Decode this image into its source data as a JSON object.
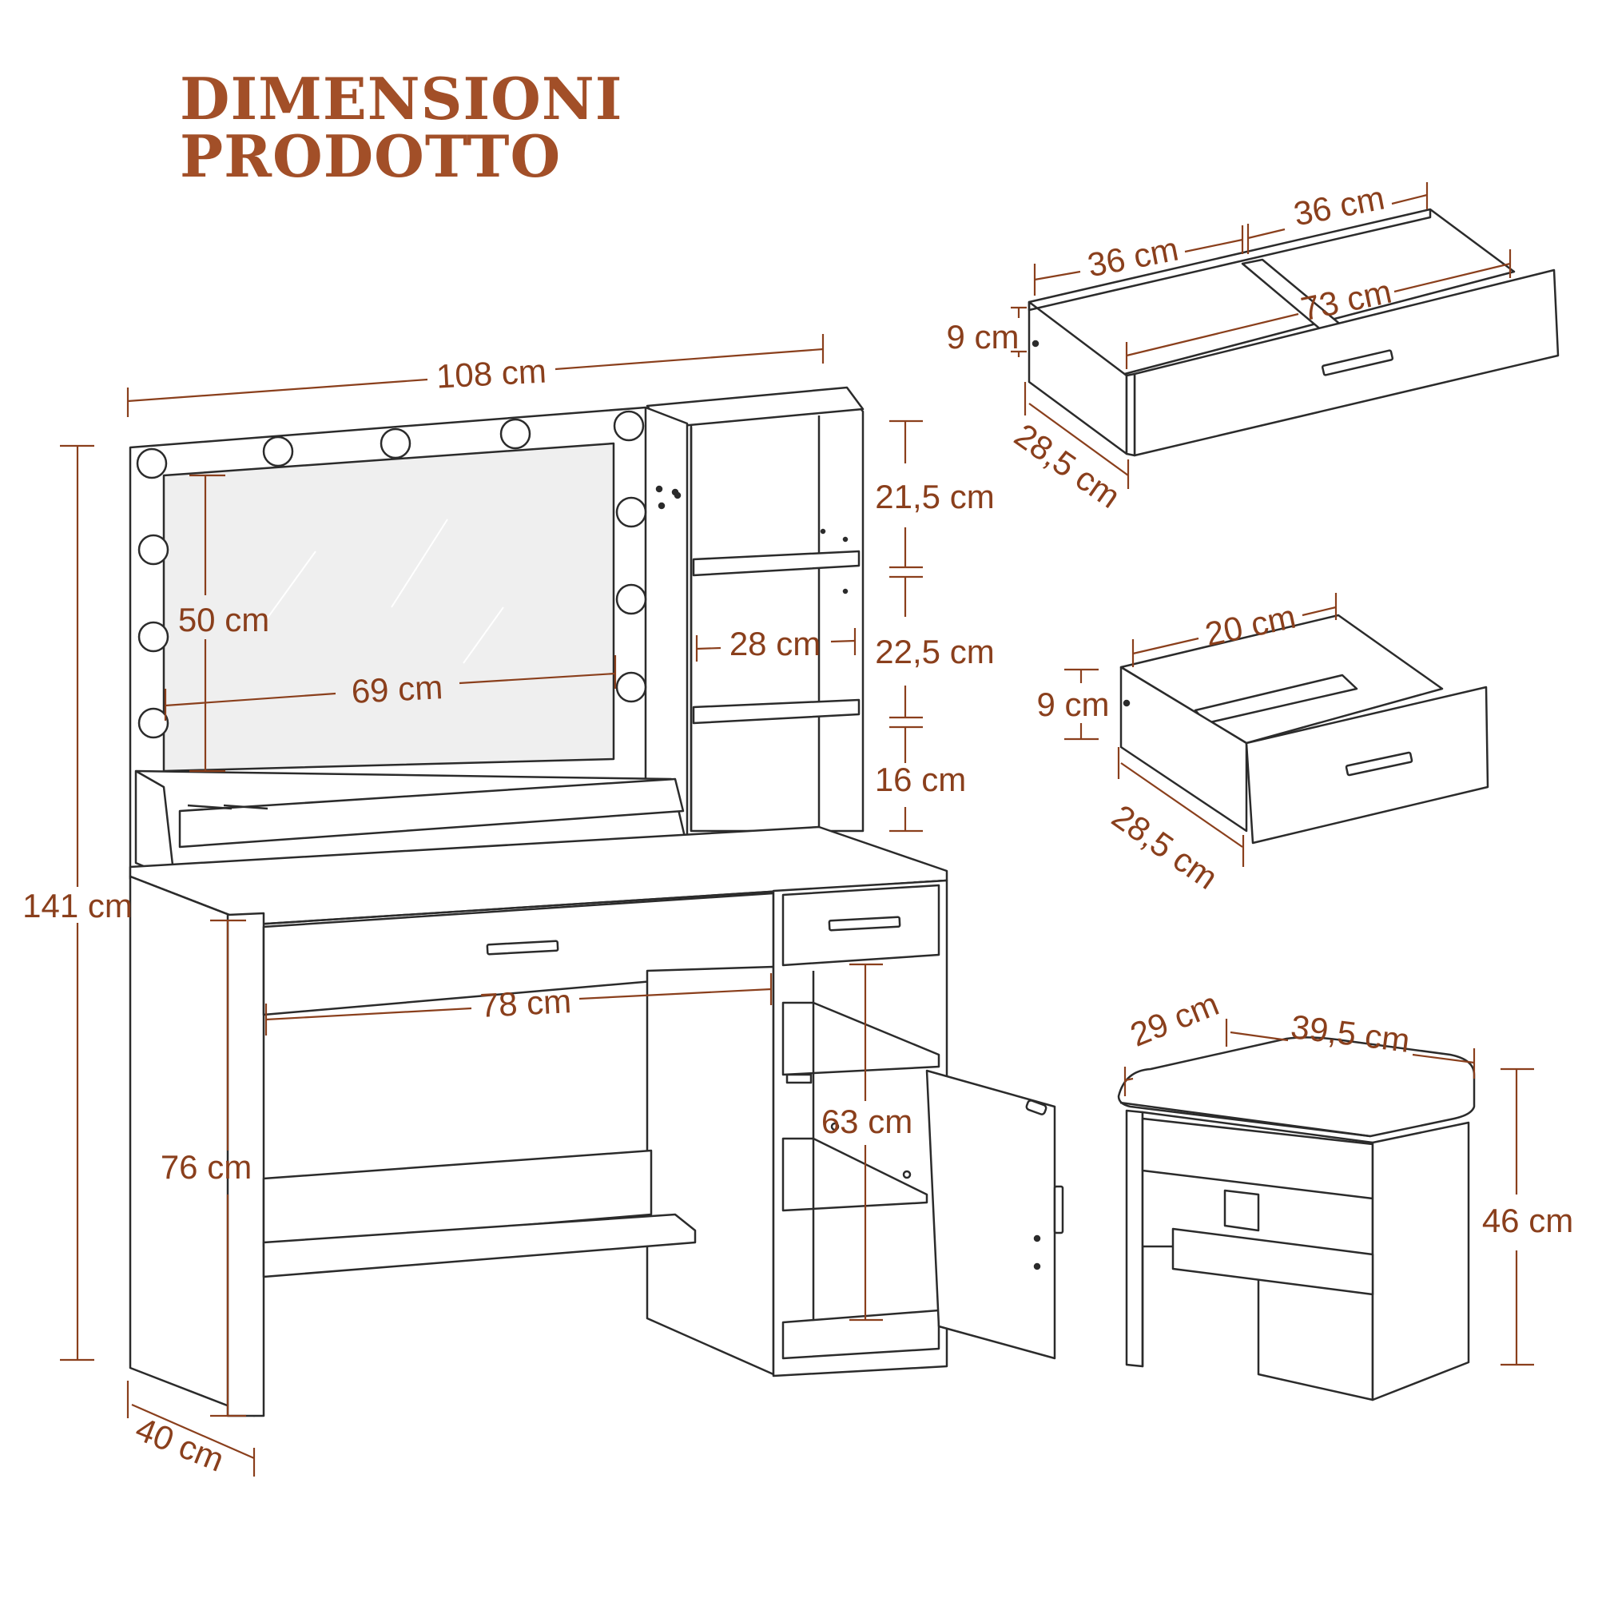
{
  "title": {
    "line1": "DIMENSIONI",
    "line2": "PRODOTTO"
  },
  "colors": {
    "title": "#a24f28",
    "dimension": "#8a3f1c",
    "outline": "#2b2b2b",
    "mirror": "#efefef",
    "background": "#ffffff"
  },
  "vanity": {
    "overall_width": "108 cm",
    "overall_height": "141 cm",
    "depth": "40 cm",
    "mirror_height": "50 cm",
    "mirror_width": "69 cm",
    "shelf_top": "21,5 cm",
    "shelf_middle": "22,5 cm",
    "shelf_bottom": "16 cm",
    "shelf_width": "28 cm",
    "desk_width": "78 cm",
    "desk_height": "76 cm",
    "cabinet_height": "63 cm"
  },
  "large_drawer": {
    "compartment_left": "36 cm",
    "compartment_right": "36 cm",
    "inner_width": "73 cm",
    "height": "9 cm",
    "depth": "28,5 cm"
  },
  "small_drawer": {
    "width": "20 cm",
    "height": "9 cm",
    "depth": "28,5 cm"
  },
  "stool": {
    "depth": "29 cm",
    "width": "39,5 cm",
    "height": "46 cm"
  }
}
